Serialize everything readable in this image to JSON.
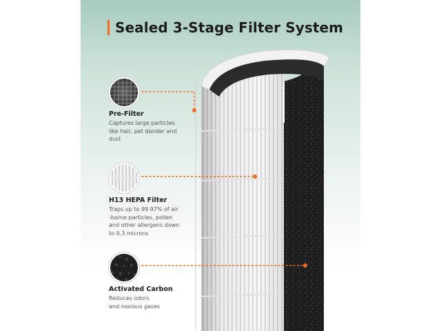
{
  "title": "Sealed 3-Stage Filter System",
  "colors": {
    "accent": "#f26b21",
    "panel_top": "#a6cbbd",
    "text_dark": "#1c1c1c",
    "text_muted": "#555555"
  },
  "stages": [
    {
      "icon": "pre-filter-mesh-icon",
      "heading": "Pre-Filter",
      "desc_lines": [
        "Captures large particles",
        "like hair, pet dander and",
        "dust"
      ]
    },
    {
      "icon": "hepa-pleats-icon",
      "heading": "H13 HEPA Filter",
      "desc_lines": [
        "Traps up to 99.97% of air",
        "-borne particles, pollen",
        "and other allergens down",
        "to 0.3 microns"
      ]
    },
    {
      "icon": "carbon-foam-icon",
      "heading": "Activated Carbon",
      "desc_lines": [
        "Reduces odors",
        "and noxious gases"
      ]
    }
  ]
}
